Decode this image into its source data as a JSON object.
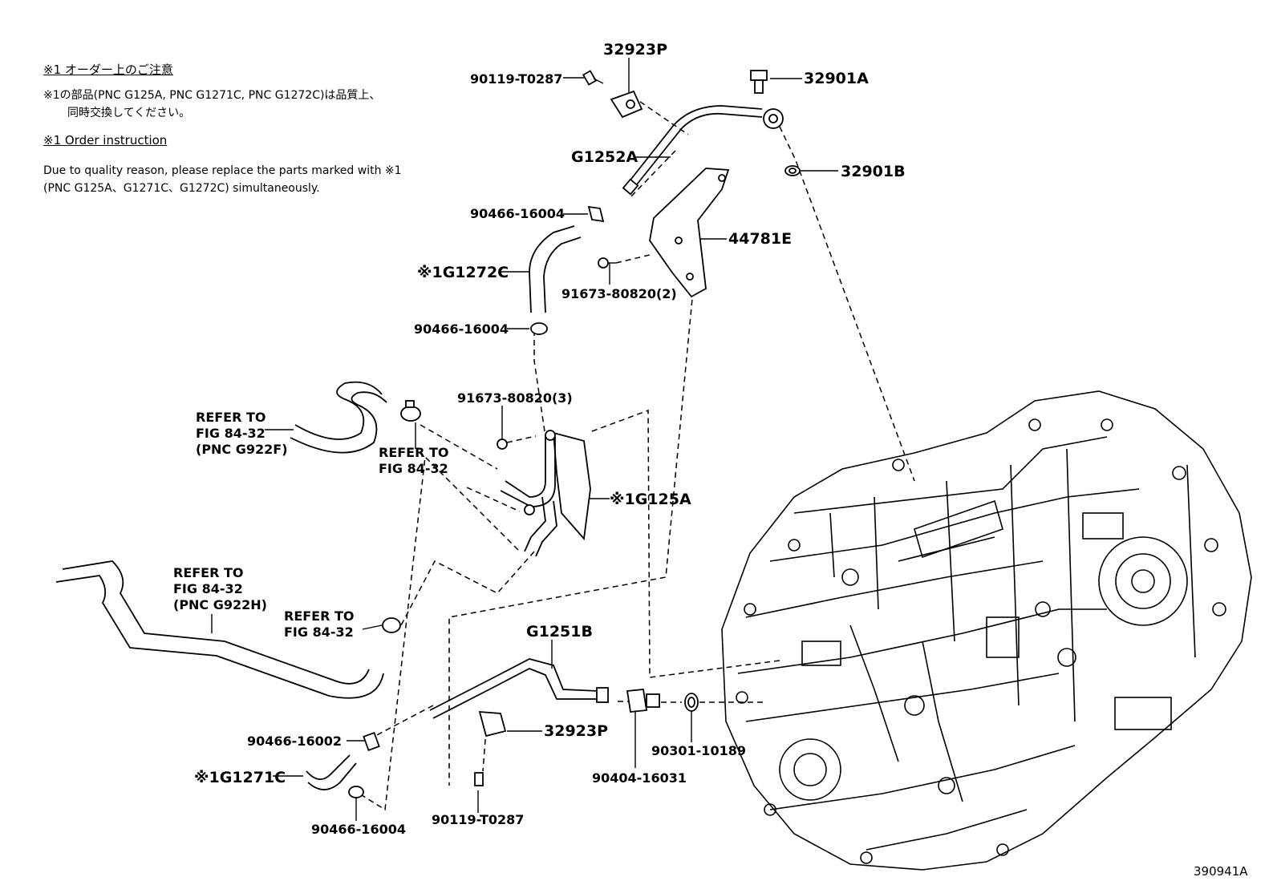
{
  "notes": {
    "jp_heading": "※1 オーダー上のご注意",
    "jp_line1": "※1の部品(PNC G125A, PNC G1271C, PNC G1272C)は品質上、",
    "jp_line2": "同時交換してください。",
    "en_heading": "※1 Order instruction",
    "en_line1": "Due to quality reason, please replace the parts marked with ※1",
    "en_line2": "(PNC G125A、G1271C、G1272C)  simultaneously."
  },
  "labels": {
    "p32923P_top": "32923P",
    "p90119_top": "90119-T0287",
    "p32901A": "32901A",
    "p32901B": "32901B",
    "pG1252A": "G1252A",
    "p90466_16004_a": "90466-16004",
    "p44781E": "44781E",
    "pG1272C": "※1G1272C",
    "p91673_2": "91673-80820(2)",
    "p90466_16004_b": "90466-16004",
    "p91673_3": "91673-80820(3)",
    "ref1_a": "REFER TO",
    "ref1_b": "FIG 84-32",
    "ref1_c": "(PNC G922F)",
    "ref2_a": "REFER TO",
    "ref2_b": "FIG 84-32",
    "pG125A": "※1G125A",
    "ref3_a": "REFER TO",
    "ref3_b": "FIG 84-32",
    "ref3_c": "(PNC  G922H)",
    "ref4_a": "REFER TO",
    "ref4_b": "FIG 84-32",
    "pG1251B": "G1251B",
    "p32923P_bot": "32923P",
    "p90466_16002": "90466-16002",
    "pG1271C": "※1G1271C",
    "p90466_16004_c": "90466-16004",
    "p90119_bot": "90119-T0287",
    "p90404": "90404-16031",
    "p90301": "90301-10189",
    "figure_id": "390941A"
  }
}
